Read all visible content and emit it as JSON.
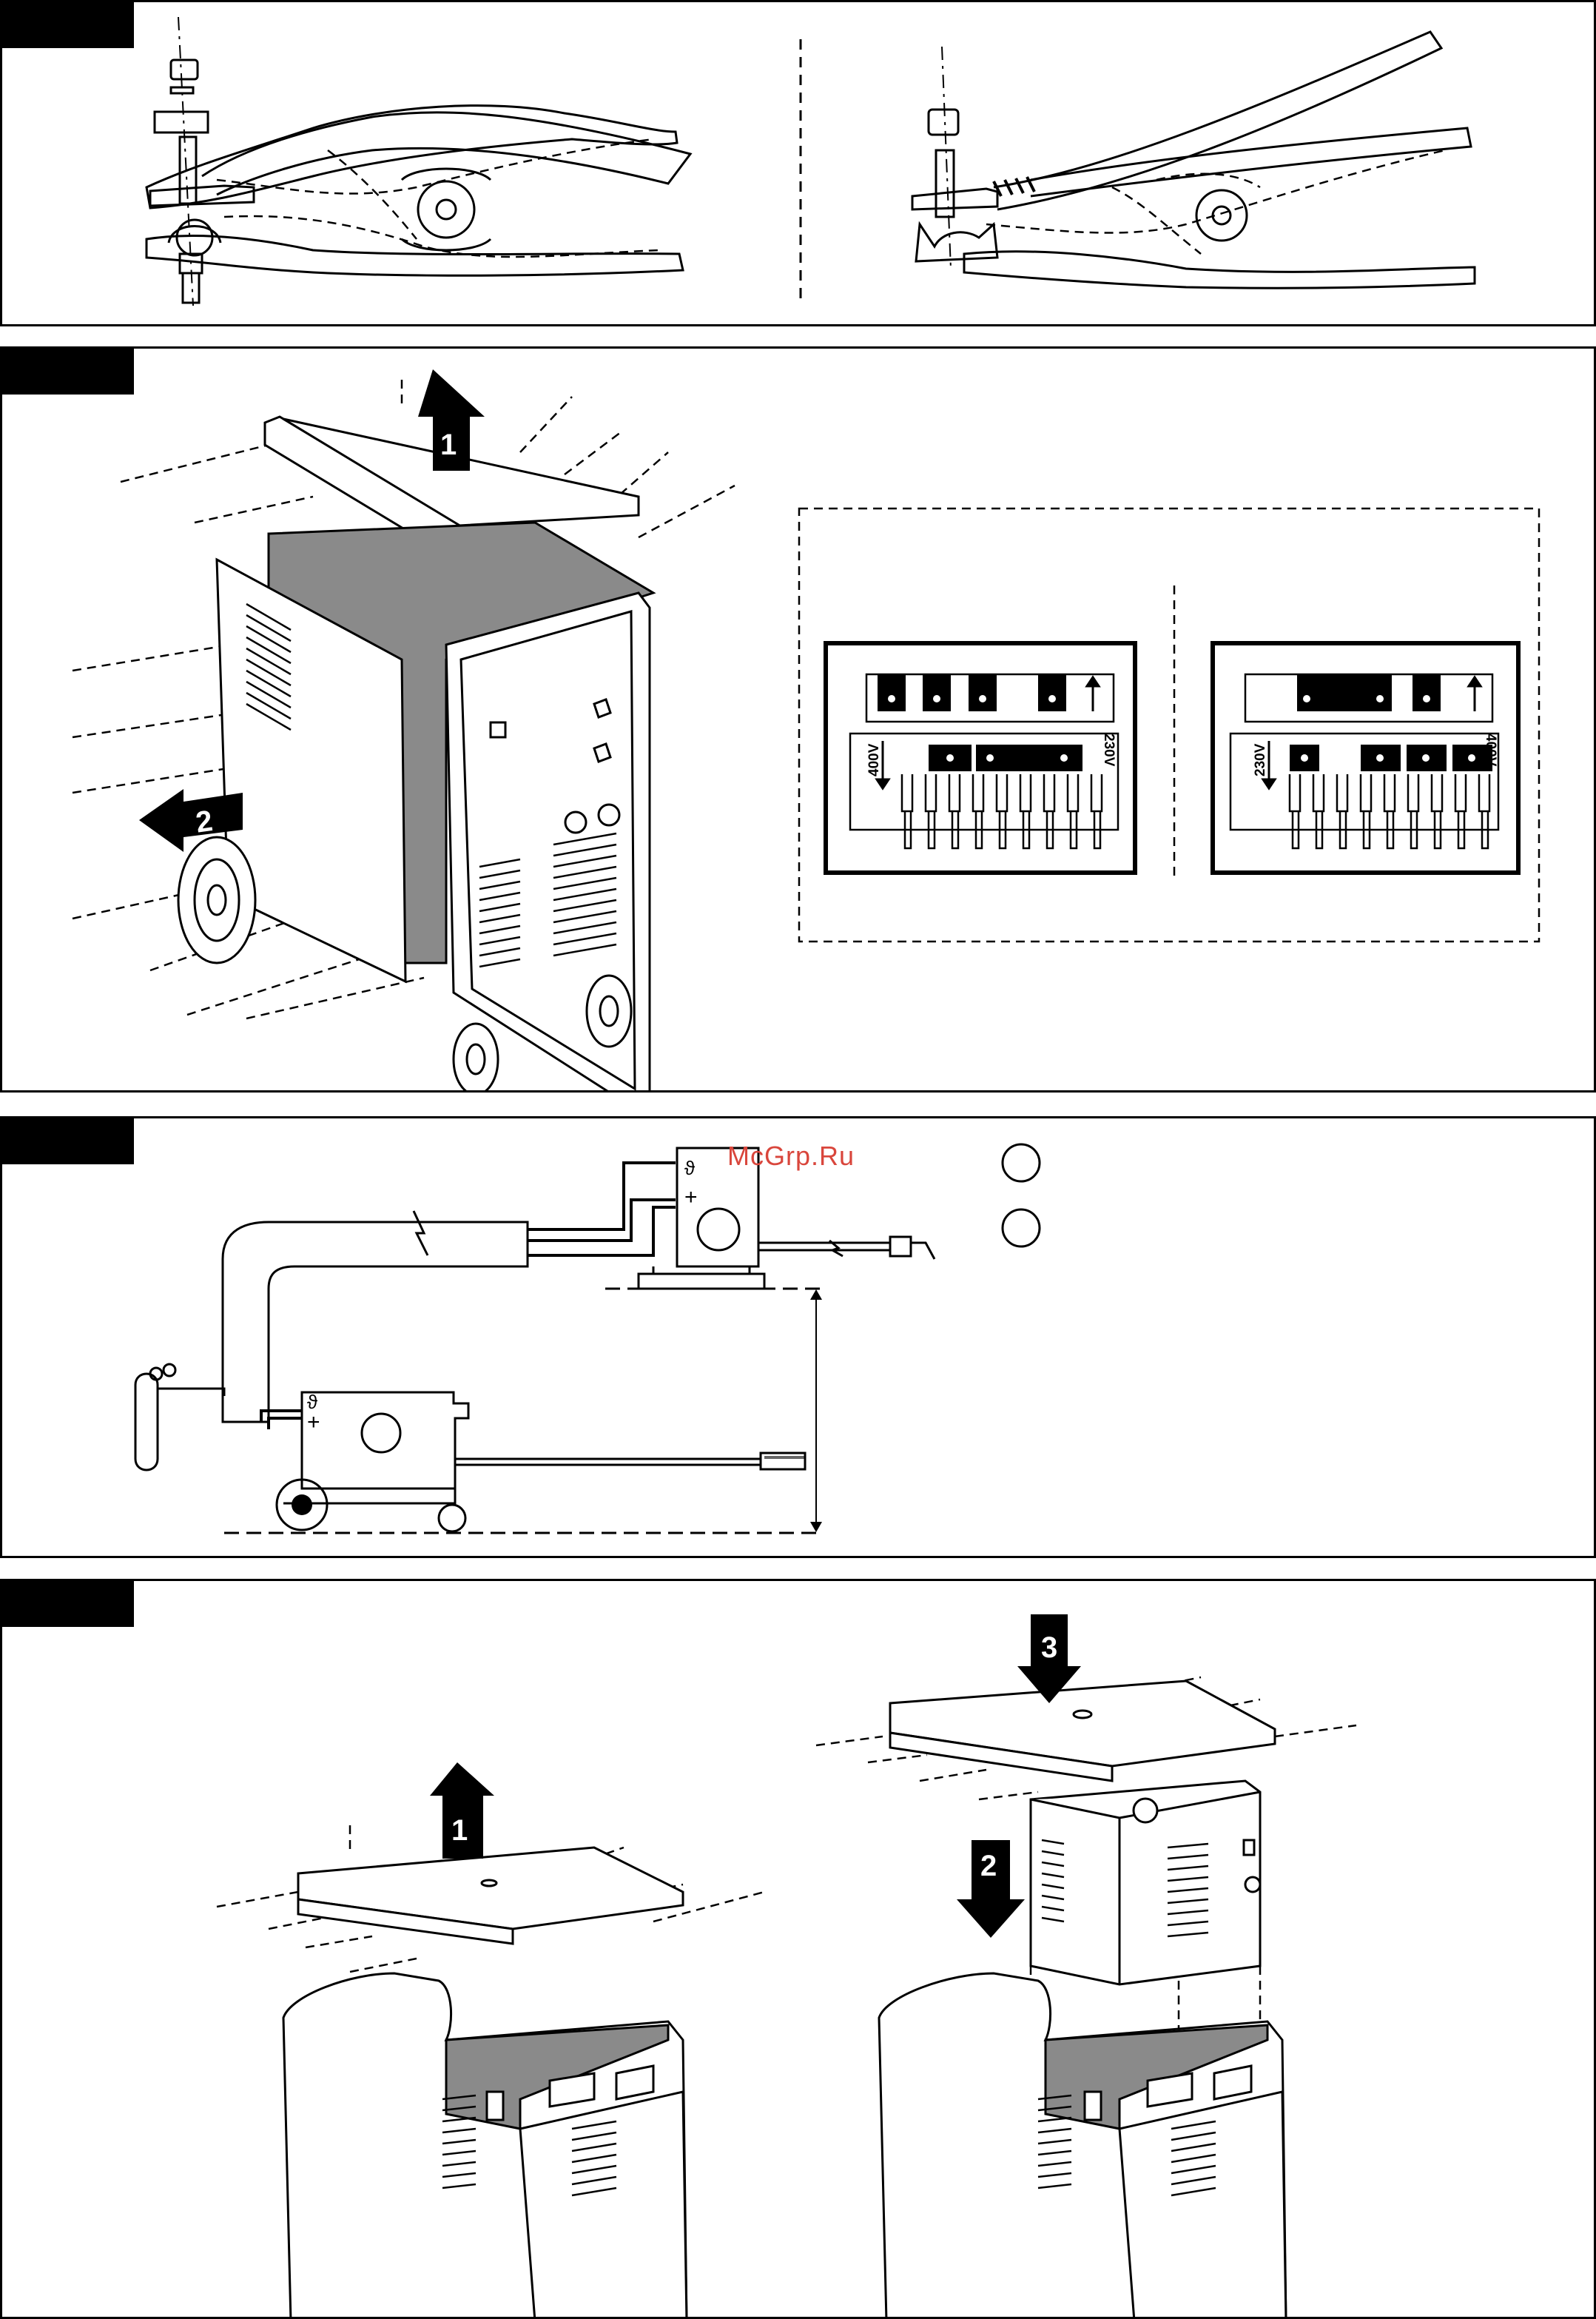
{
  "watermark": "McGrp.Ru",
  "panel2": {
    "arrow_up_label": "1",
    "arrow_left_label": "2",
    "terminal_left": {
      "label_a": "400V",
      "label_b": "230V"
    },
    "terminal_right": {
      "label_a": "230V",
      "label_b": "400V"
    }
  },
  "panel3": {
    "symbol_gas": "ϑ",
    "symbol_plus": "+"
  },
  "panel4": {
    "left_arrow_label": "1",
    "right_arrow_down_label": "2",
    "right_arrow_top_label": "3"
  },
  "colors": {
    "ink": "#000000",
    "watermark": "#d9463c",
    "panel_fill": "#8a8a8a"
  }
}
